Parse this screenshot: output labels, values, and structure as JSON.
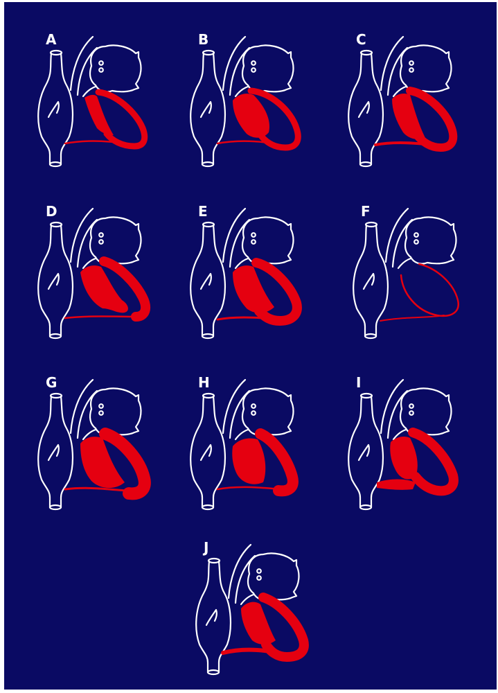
{
  "figure": {
    "background": "#0a0a63",
    "line_color": "#ffffff",
    "tract_color": "#e50010",
    "panels": [
      {
        "label": "A"
      },
      {
        "label": "B"
      },
      {
        "label": "C"
      },
      {
        "label": "D"
      },
      {
        "label": "E"
      },
      {
        "label": "F"
      },
      {
        "label": "G"
      },
      {
        "label": "H"
      },
      {
        "label": "I"
      },
      {
        "label": "J"
      }
    ]
  }
}
